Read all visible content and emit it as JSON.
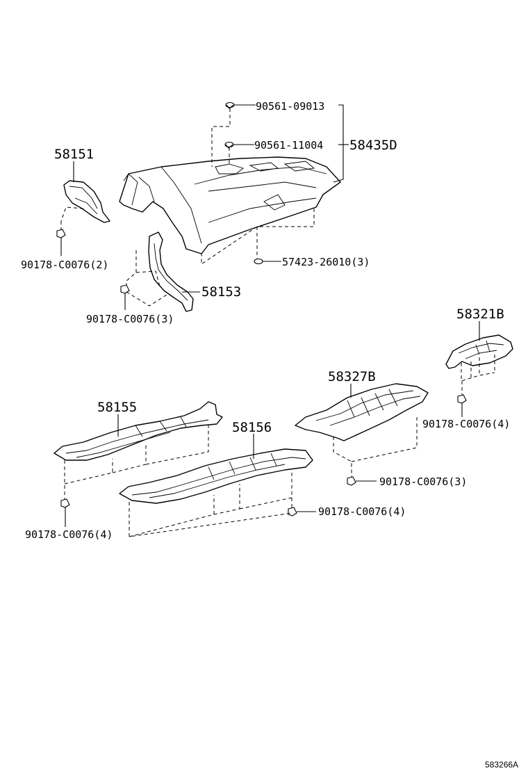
{
  "parts": {
    "p58435d": "58435D",
    "p58151": "58151",
    "p58153": "58153",
    "p58321b": "58321B",
    "p58327b": "58327B",
    "p58155": "58155",
    "p58156": "58156"
  },
  "fasteners": {
    "f_90561_09013": "90561-09013",
    "f_90561_11004": "90561-11004",
    "f_57423": "57423-26010(3)",
    "f_c0076_2": "90178-C0076(2)",
    "f_c0076_3_left": "90178-C0076(3)",
    "f_c0076_4_right": "90178-C0076(4)",
    "f_c0076_3_mid": "90178-C0076(3)",
    "f_c0076_4_mid": "90178-C0076(4)",
    "f_c0076_4_left": "90178-C0076(4)"
  },
  "diagram_id": "583266A"
}
